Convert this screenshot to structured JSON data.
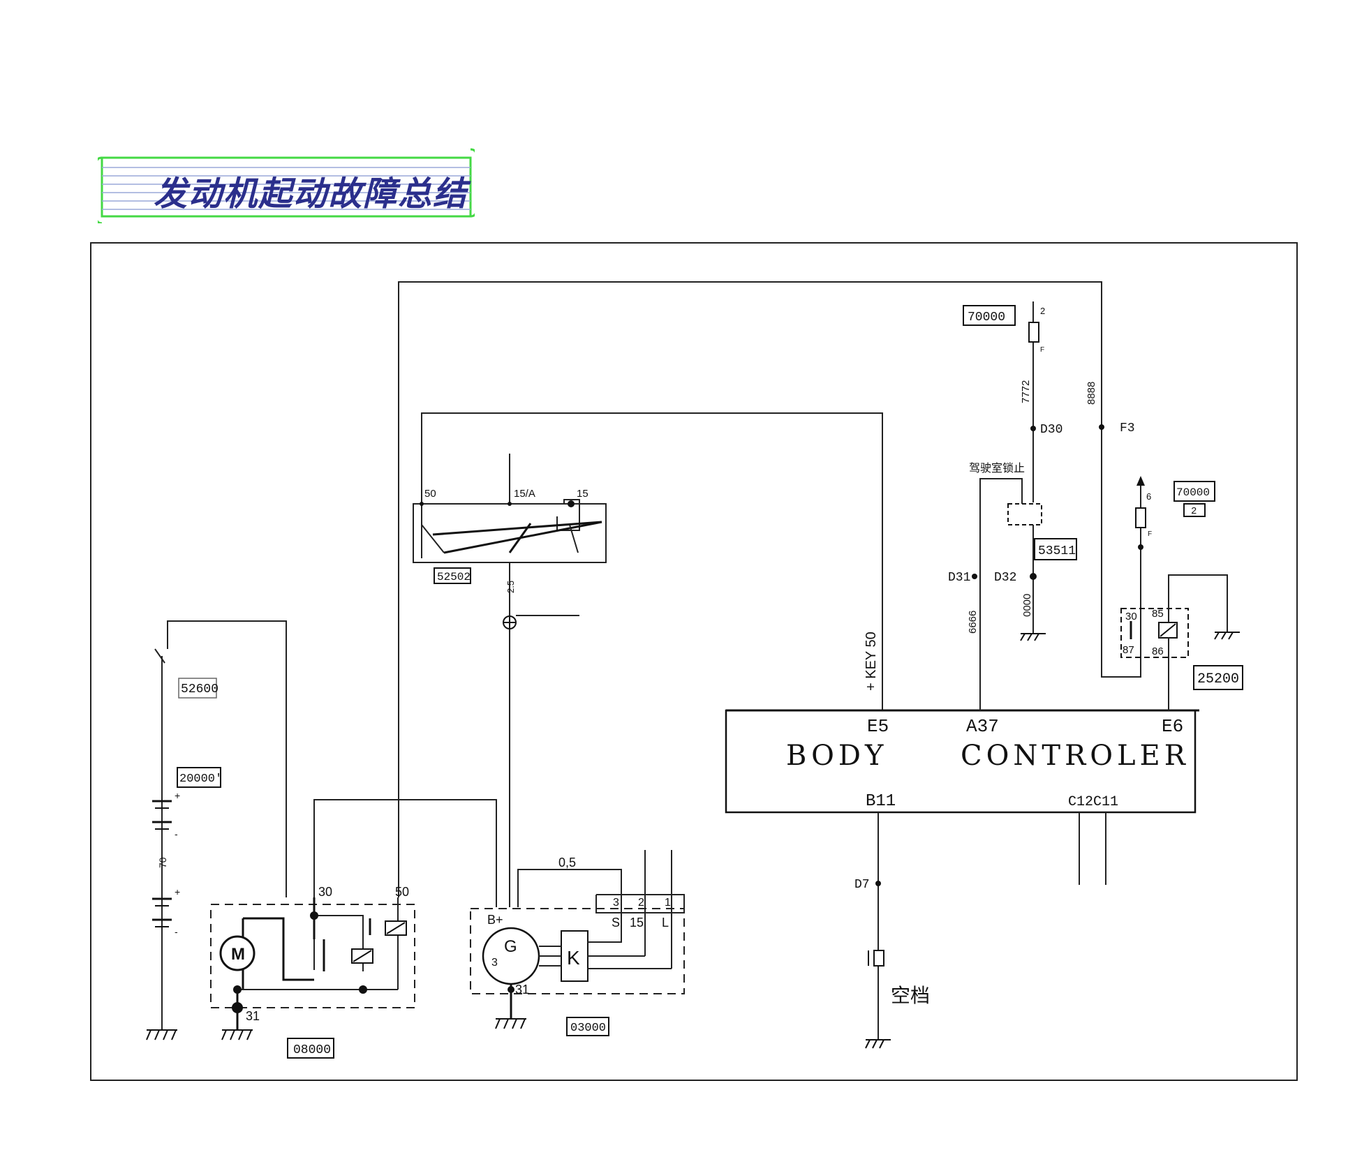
{
  "title": "发动机起动故障总结",
  "colors": {
    "banner_border": "#44d944",
    "banner_lines": "#9aa9d8",
    "title": "#2b2f8c",
    "wire": "#222222"
  },
  "components": {
    "c70000_top": "70000",
    "c70000_right": "70000",
    "c70000_right_sub": "2",
    "c53511": "53511",
    "c25200": "25200",
    "c52502": "52502",
    "c52600": "52600",
    "c20000": "20000'",
    "c08000": "08000",
    "c03000": "03000"
  },
  "controller": {
    "name_left": "BODY",
    "name_right": "CONTROLER",
    "pin_e5": "E5",
    "pin_a37": "A37",
    "pin_e6": "E6",
    "pin_b11": "B11",
    "pin_c12": "C12",
    "pin_c11": "C11"
  },
  "labels": {
    "key50": "+ KEY 50",
    "wire_7772": "7772",
    "wire_8888": "8888",
    "wire_6666": "6666",
    "wire_0000": "0000",
    "d30": "D30",
    "d31": "D31",
    "d32": "D32",
    "d7": "D7",
    "f3": "F3",
    "cab_lock": "驾驶室锁止",
    "neutral": "空档",
    "sw_50": "50",
    "sw_15a": "15/A",
    "sw_15": "15",
    "wire_25": "2.5",
    "bat_70": "70",
    "plus": "+",
    "minus": "-",
    "s_30": "30",
    "s_50": "50",
    "s_31": "31",
    "g_31": "31",
    "g_bplus": "B+",
    "g_05": "0,5",
    "g_3": "3",
    "g_2": "2",
    "g_1": "1",
    "g_s": "S",
    "g_15": "15",
    "g_l": "L",
    "g_letter": "G",
    "k_letter": "K",
    "m_letter": "M",
    "r_30": "30",
    "r_85": "85",
    "r_87": "87",
    "r_86": "86",
    "fuse_2": "2",
    "fuse_6": "6",
    "fuse_f": "F"
  }
}
